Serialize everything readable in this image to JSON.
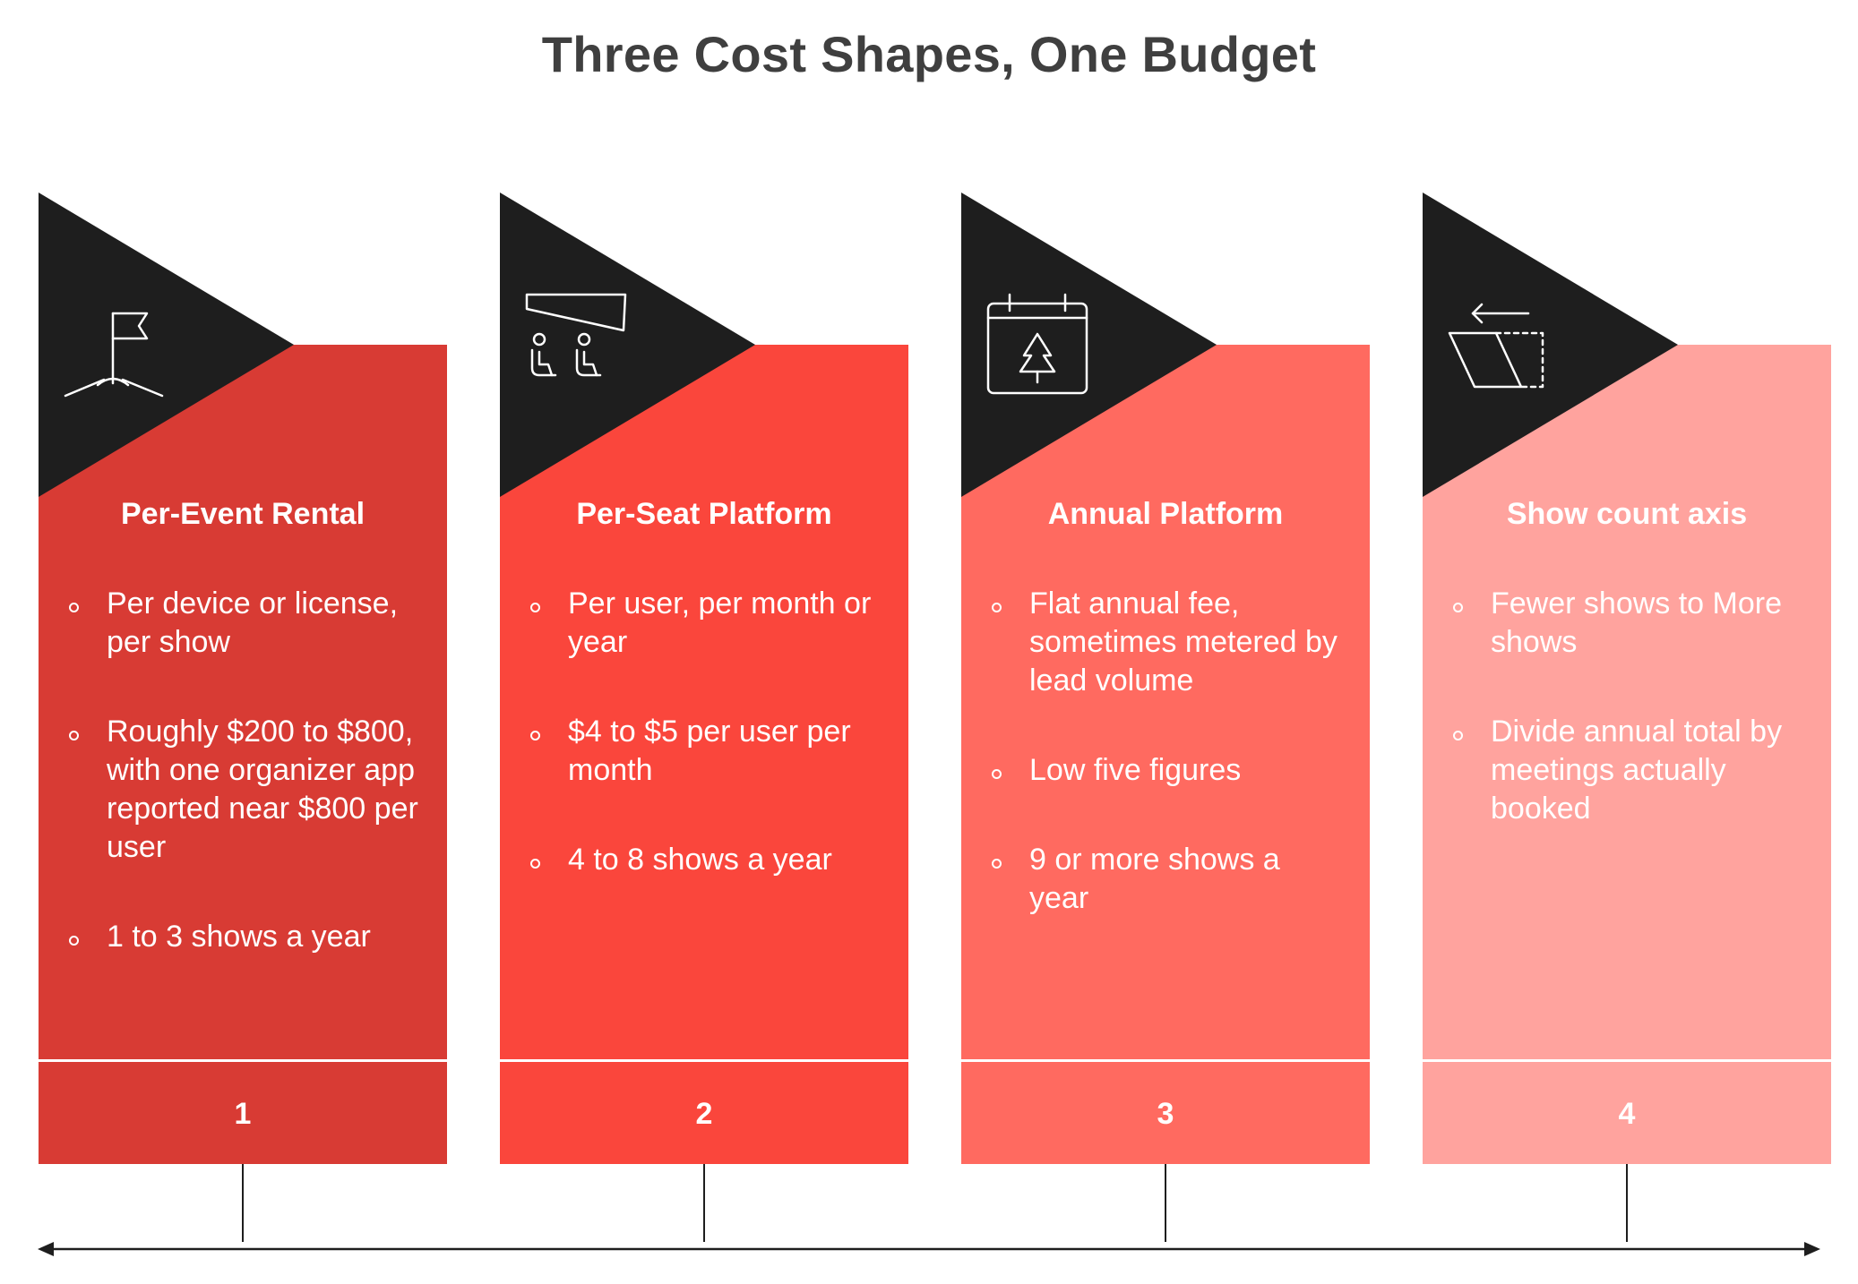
{
  "title": "Three Cost Shapes, One Budget",
  "colors": {
    "triangle": "#1e1e1e",
    "text": "#ffffff",
    "title": "#3f3f3f"
  },
  "cards": [
    {
      "title": "Per-Event Rental",
      "icon": "golf-flag-icon",
      "color": "#d83b34",
      "bullets": [
        "Per device or license, per show",
        "Roughly $200 to $800, with one organizer app reported near $800 per user",
        "1 to 3 shows a year"
      ],
      "number": "1"
    },
    {
      "title": "Per-Seat Platform",
      "icon": "seated-audience-icon",
      "color": "#fa463c",
      "bullets": [
        "Per user, per month or year",
        "$4 to $5 per user per month",
        "4 to 8 shows a year"
      ],
      "number": "2"
    },
    {
      "title": "Annual Platform",
      "icon": "calendar-tree-icon",
      "color": "#ff6a60",
      "bullets": [
        "Flat annual fee, sometimes metered by lead volume",
        "Low five figures",
        "9 or more shows a year"
      ],
      "number": "3"
    },
    {
      "title": "Show count axis",
      "icon": "shift-parallelogram-icon",
      "color": "#ffa39e",
      "bullets": [
        "Fewer shows to More shows",
        "Divide annual total by meetings actually booked"
      ],
      "number": "4"
    }
  ]
}
